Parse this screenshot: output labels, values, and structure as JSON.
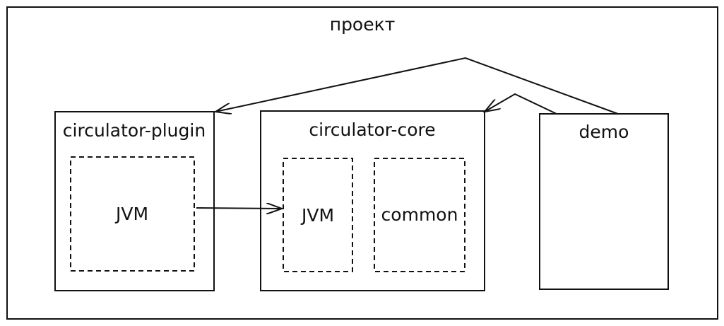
{
  "project": {
    "label": "проект"
  },
  "modules": {
    "plugin": {
      "label": "circulator-plugin",
      "submodules": [
        {
          "label": "JVM"
        }
      ]
    },
    "core": {
      "label": "circulator-core",
      "submodules": [
        {
          "label": "JVM"
        },
        {
          "label": "common"
        }
      ]
    },
    "demo": {
      "label": "demo"
    }
  },
  "dependencies": [
    {
      "from": "circulator-plugin / JVM",
      "to": "circulator-core / JVM"
    },
    {
      "from": "demo",
      "to": "circulator-plugin"
    },
    {
      "from": "demo",
      "to": "circulator-core"
    }
  ],
  "colors": {
    "stroke": "#111111",
    "background": "#ffffff"
  }
}
